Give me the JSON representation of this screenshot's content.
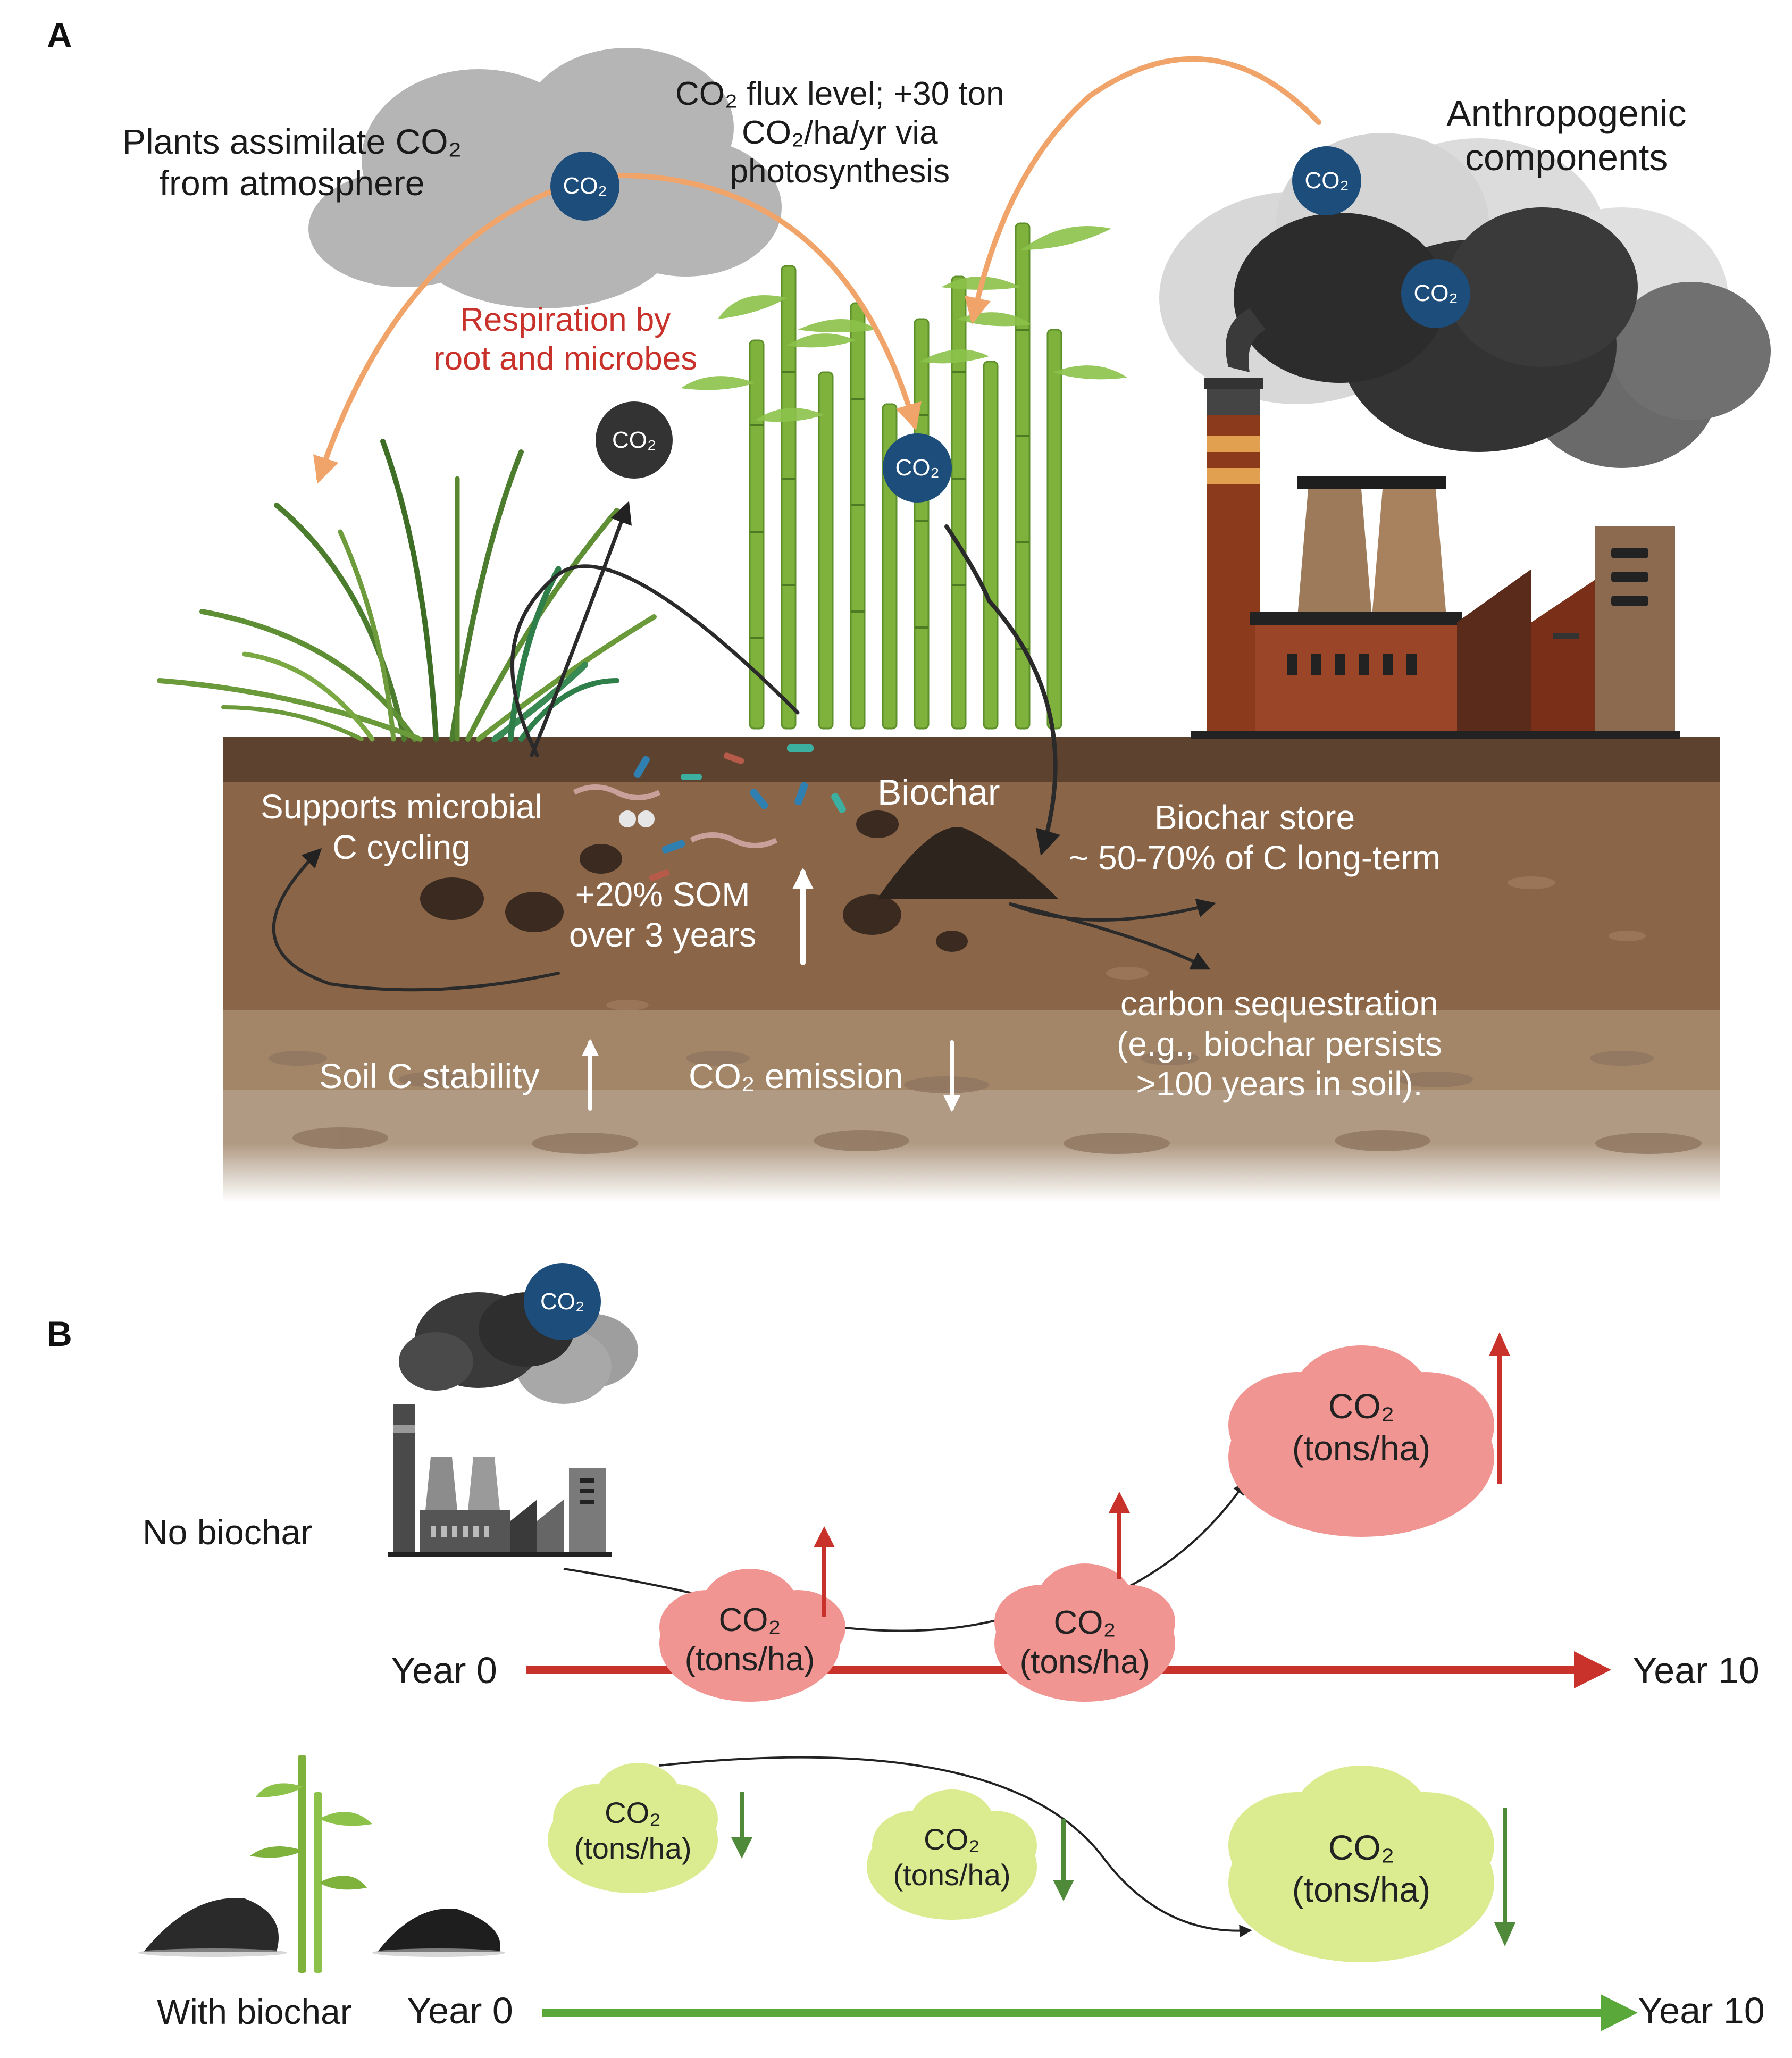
{
  "panel_a": {
    "letter": "A",
    "plants_assimilate": [
      "Plants assimilate CO₂",
      "from atmosphere"
    ],
    "flux": [
      "CO₂ flux level; +30 ton",
      "CO₂/ha/yr via",
      "photosynthesis"
    ],
    "anthropogenic": [
      "Anthropogenic",
      "components"
    ],
    "respiration": [
      "Respiration by",
      "root and microbes"
    ],
    "co2_badge": "CO₂",
    "biochar": "Biochar",
    "supports": [
      "Supports microbial",
      "C cycling"
    ],
    "som": [
      "+20% SOM",
      "over 3 years"
    ],
    "biochar_store": [
      "Biochar store",
      "~ 50-70% of C long-term"
    ],
    "sequestration": [
      "carbon sequestration",
      "(e.g., biochar persists",
      ">100 years in soil)."
    ],
    "soil_c_stability": "Soil C stability",
    "co2_emission": "CO₂ emission"
  },
  "panel_b": {
    "letter": "B",
    "no_biochar": "No biochar",
    "with_biochar": "With biochar",
    "year_start": "Year 0",
    "year_end": "Year 10",
    "cloud_line1": "CO₂",
    "cloud_line2": "(tons/ha)"
  },
  "colors": {
    "co2_blue": "#1d4d7a",
    "co2_dark": "#333333",
    "orange_arrow": "#f0a469",
    "red_line": "#c8322b",
    "green_line": "#5aa83a",
    "pink_cloud": "#f19592",
    "green_cloud": "#dbeb8f",
    "soil_top": "#6b4a34",
    "soil_mid": "#8a6547",
    "soil_low": "#a38668"
  }
}
